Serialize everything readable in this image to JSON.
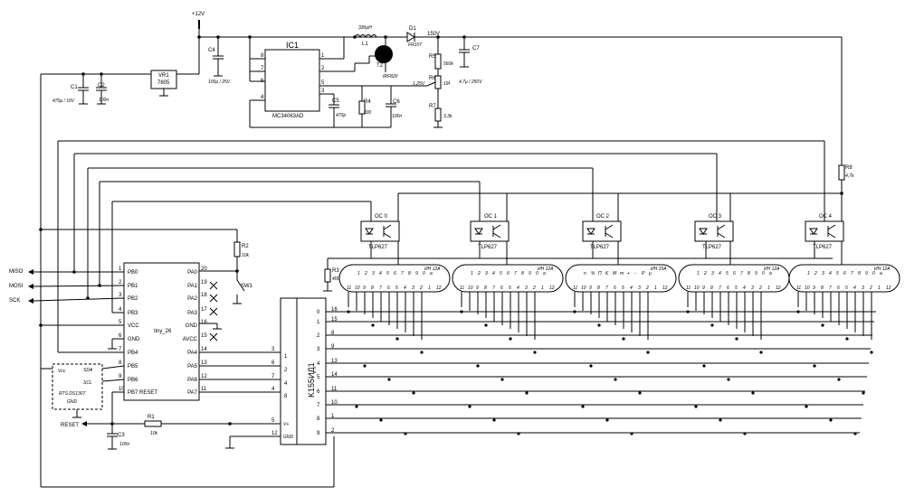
{
  "power": {
    "vplus": "+12V"
  },
  "regulator": {
    "ref": "VR1",
    "value": "7805"
  },
  "caps": {
    "c1": {
      "ref": "C1",
      "value": "470μ / 16V"
    },
    "c2": {
      "ref": "C2",
      "value": "100n"
    },
    "c4": {
      "ref": "C4",
      "value": "100μ / 25V"
    },
    "c5": {
      "ref": "C5",
      "value": "470p"
    },
    "c6": {
      "ref": "C6",
      "value": "100n"
    },
    "c7": {
      "ref": "C7",
      "value": "4,7μ / 250V"
    },
    "c3": {
      "ref": "C3",
      "value": "100n"
    }
  },
  "ic1": {
    "ref": "IC1",
    "part": "MC34063AD",
    "pins_left": [
      "8",
      "7",
      "6",
      "4"
    ],
    "pins_right": [
      "1",
      "2",
      "5",
      "3"
    ]
  },
  "boost": {
    "l1": {
      "ref": "L1",
      "value": "330μH"
    },
    "t2": {
      "ref": "T2",
      "part": "IRF820"
    },
    "d1": {
      "ref": "D1",
      "part": "FR107"
    },
    "vout": "150V",
    "r4": {
      "ref": "R4",
      "value": "330"
    },
    "r5": {
      "ref": "R5",
      "value": "560k"
    },
    "r6": {
      "ref": "R6",
      "value": "1M"
    },
    "r6_note": "1,25V",
    "r7": {
      "ref": "R7",
      "value": "3,3k"
    }
  },
  "r8": {
    "ref": "R8",
    "value": "4,7k"
  },
  "r2": {
    "ref": "R2",
    "value": "10k"
  },
  "r1": {
    "ref": "R1",
    "value": "10k"
  },
  "r3": {
    "ref": "R3",
    "value": "400"
  },
  "sw1": {
    "ref": "SW1"
  },
  "mcu": {
    "name": "tiny_26",
    "left_pins": [
      {
        "num": "1",
        "label": "PB0"
      },
      {
        "num": "2",
        "label": "PB1"
      },
      {
        "num": "3",
        "label": "PB2"
      },
      {
        "num": "4",
        "label": "PB3"
      },
      {
        "num": "5",
        "label": "VCC"
      },
      {
        "num": "6",
        "label": "GND"
      },
      {
        "num": "7",
        "label": "PB4"
      },
      {
        "num": "8",
        "label": "PB5"
      },
      {
        "num": "9",
        "label": "PB6"
      },
      {
        "num": "10",
        "label": "PB7 RESET"
      }
    ],
    "right_pins": [
      {
        "num": "20",
        "label": "PA0"
      },
      {
        "num": "19",
        "label": "PA1"
      },
      {
        "num": "18",
        "label": "PA2"
      },
      {
        "num": "17",
        "label": "PA3"
      },
      {
        "num": "16",
        "label": "GND"
      },
      {
        "num": "15",
        "label": "AVCC"
      },
      {
        "num": "14",
        "label": "PA4"
      },
      {
        "num": "13",
        "label": "PA5"
      },
      {
        "num": "12",
        "label": "PA6"
      },
      {
        "num": "11",
        "label": "PA7"
      }
    ]
  },
  "isp": {
    "miso": "MISO",
    "mosi": "MOSI",
    "sck": "SCK",
    "reset": "RESET"
  },
  "rtc": {
    "ref": "RTS DS1307",
    "vcc": "Vcc",
    "sda": "SDA",
    "scl": "SCL",
    "gnd": "GND"
  },
  "driver": {
    "name": "K155ИД1",
    "left_pins": [
      {
        "num": "3",
        "label": "1"
      },
      {
        "num": "6",
        "label": "2"
      },
      {
        "num": "7",
        "label": "4"
      },
      {
        "num": "4",
        "label": "8"
      }
    ],
    "power_pins": [
      {
        "num": "5",
        "label": "V+"
      },
      {
        "num": "12",
        "label": "GND"
      }
    ],
    "outputs": [
      {
        "digit": "0",
        "pin": "16"
      },
      {
        "digit": "1",
        "pin": "15"
      },
      {
        "digit": "2",
        "pin": "8"
      },
      {
        "digit": "3",
        "pin": "9"
      },
      {
        "digit": "4",
        "pin": "13"
      },
      {
        "digit": "5",
        "pin": "14"
      },
      {
        "digit": "6",
        "pin": "11"
      },
      {
        "digit": "7",
        "pin": "10"
      },
      {
        "digit": "8",
        "pin": "1"
      },
      {
        "digit": "9",
        "pin": "2"
      }
    ]
  },
  "optos": [
    {
      "ref": "OC 0",
      "part": "TLP627"
    },
    {
      "ref": "OC 1",
      "part": "TLP627"
    },
    {
      "ref": "OC 2",
      "part": "TLP627"
    },
    {
      "ref": "OC 3",
      "part": "TLP627"
    },
    {
      "ref": "OC 4",
      "part": "TLP627"
    }
  ],
  "tubes": [
    {
      "name": "ИН 12A",
      "top": [
        "1",
        "2",
        "3",
        "4",
        "5",
        "6",
        "7",
        "8",
        "9",
        "0",
        "a"
      ],
      "bottom": [
        "11",
        "10",
        "9",
        "8",
        "7",
        "6",
        "5",
        "4",
        "3",
        "2",
        "1",
        "12"
      ]
    },
    {
      "name": "ИН 12A",
      "top": [
        "1",
        "2",
        "3",
        "4",
        "5",
        "6",
        "7",
        "8",
        "9",
        "0",
        "a"
      ],
      "bottom": [
        "11",
        "10",
        "9",
        "8",
        "7",
        "6",
        "5",
        "4",
        "3",
        "2",
        "1",
        "12"
      ]
    },
    {
      "name": "ИН 15A",
      "top": [
        "n",
        "%",
        "П",
        "K",
        "M",
        "m",
        "+",
        "-",
        "P",
        "μ"
      ],
      "bottom": [
        "11",
        "10",
        "9",
        "8",
        "7",
        "6",
        "5",
        "4",
        "3",
        "2",
        "1",
        "12"
      ]
    },
    {
      "name": "ИН 12A",
      "top": [
        "1",
        "2",
        "3",
        "4",
        "5",
        "6",
        "7",
        "8",
        "9",
        "0",
        "a"
      ],
      "bottom": [
        "11",
        "10",
        "9",
        "8",
        "7",
        "6",
        "5",
        "4",
        "3",
        "2",
        "1",
        "12"
      ]
    },
    {
      "name": "ИН 12A",
      "top": [
        "1",
        "2",
        "3",
        "4",
        "5",
        "6",
        "7",
        "8",
        "9",
        "0",
        "a"
      ],
      "bottom": [
        "11",
        "10",
        "9",
        "8",
        "7",
        "6",
        "5",
        "4",
        "3",
        "2",
        "1",
        "12"
      ]
    }
  ]
}
